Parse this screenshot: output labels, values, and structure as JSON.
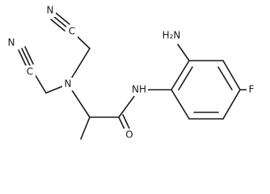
{
  "molecule": {
    "atom_labels": {
      "n_amine": "N",
      "n_amide": "NH",
      "oxygen": "O",
      "fluorine": "F",
      "amino": "H₂N",
      "nitrile_n_upper": "N",
      "nitrile_n_lower": "N",
      "nitrile_c_upper": "C",
      "nitrile_c_lower": "C"
    }
  }
}
